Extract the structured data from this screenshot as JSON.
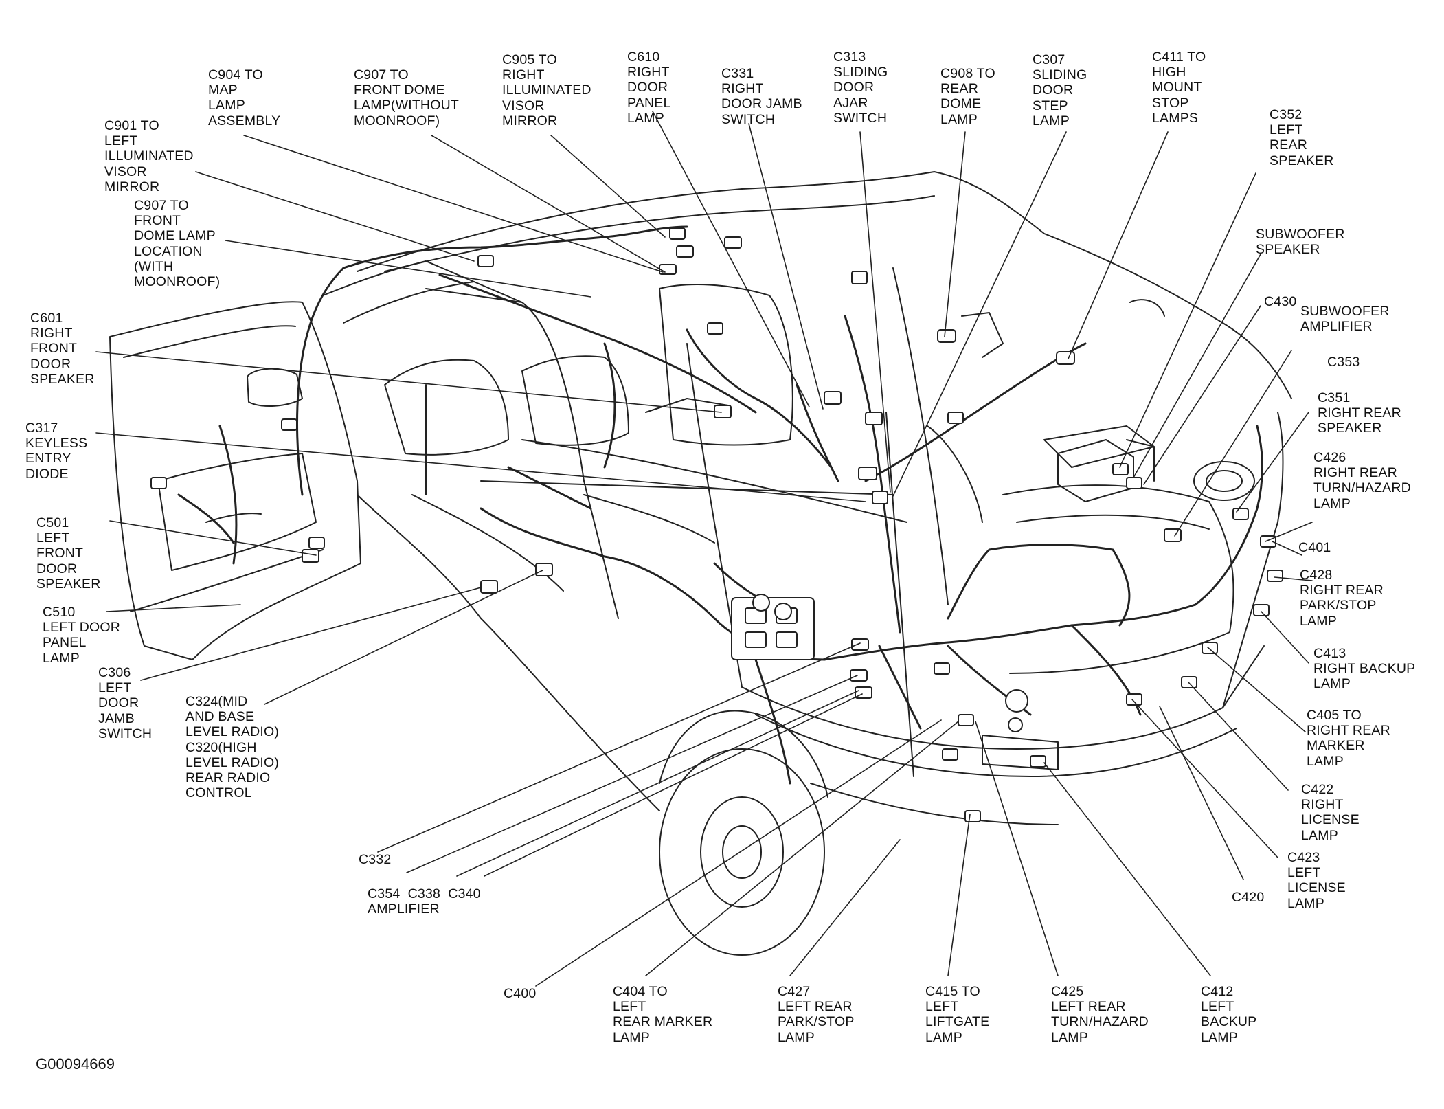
{
  "figure": {
    "id": "G00094669"
  },
  "callouts": [
    {
      "key": "c904",
      "text": "C904 TO\nMAP\nLAMP\nASSEMBLY"
    },
    {
      "key": "c907a",
      "text": "C907 TO\nFRONT DOME\nLAMP(WITHOUT\nMOONROOF)"
    },
    {
      "key": "c905",
      "text": "C905 TO\nRIGHT\nILLUMINATED\nVISOR\nMIRROR"
    },
    {
      "key": "c610",
      "text": "C610\nRIGHT\nDOOR\nPANEL\nLAMP"
    },
    {
      "key": "c331",
      "text": "C331\nRIGHT\nDOOR JAMB\nSWITCH"
    },
    {
      "key": "c313",
      "text": "C313\nSLIDING\nDOOR\nAJAR\nSWITCH"
    },
    {
      "key": "c908",
      "text": "C908 TO\nREAR\nDOME\nLAMP"
    },
    {
      "key": "c307",
      "text": "C307\nSLIDING\nDOOR\nSTEP\nLAMP"
    },
    {
      "key": "c411",
      "text": "C411 TO\nHIGH\nMOUNT\nSTOP\nLAMPS"
    },
    {
      "key": "c352",
      "text": "C352\nLEFT\nREAR\nSPEAKER"
    },
    {
      "key": "c901",
      "text": "C901 TO\nLEFT\nILLUMINATED\nVISOR\nMIRROR"
    },
    {
      "key": "c907b",
      "text": "C907 TO\nFRONT\nDOME LAMP\nLOCATION\n(WITH\nMOONROOF)"
    },
    {
      "key": "subspk",
      "text": "SUBWOOFER\nSPEAKER"
    },
    {
      "key": "c430",
      "text": "C430"
    },
    {
      "key": "subamp",
      "text": "SUBWOOFER\nAMPLIFIER"
    },
    {
      "key": "c353",
      "text": "C353"
    },
    {
      "key": "c351",
      "text": "C351\nRIGHT REAR\nSPEAKER"
    },
    {
      "key": "c601",
      "text": "C601\nRIGHT\nFRONT\nDOOR\nSPEAKER"
    },
    {
      "key": "c317",
      "text": "C317\nKEYLESS\nENTRY\nDIODE"
    },
    {
      "key": "c426",
      "text": "C426\nRIGHT REAR\nTURN/HAZARD\nLAMP"
    },
    {
      "key": "c401",
      "text": "C401"
    },
    {
      "key": "c501",
      "text": "C501\nLEFT\nFRONT\nDOOR\nSPEAKER"
    },
    {
      "key": "c428",
      "text": "C428\nRIGHT REAR\nPARK/STOP\nLAMP"
    },
    {
      "key": "c510",
      "text": "C510\nLEFT DOOR\nPANEL\nLAMP"
    },
    {
      "key": "c413",
      "text": "C413\nRIGHT BACKUP\nLAMP"
    },
    {
      "key": "c306",
      "text": "C306\nLEFT\nDOOR\nJAMB\nSWITCH"
    },
    {
      "key": "c324",
      "text": "C324(MID\nAND BASE\nLEVEL RADIO)\nC320(HIGH\nLEVEL RADIO)\nREAR RADIO\nCONTROL"
    },
    {
      "key": "c405",
      "text": "C405 TO\nRIGHT REAR\nMARKER\nLAMP"
    },
    {
      "key": "c422",
      "text": "C422\nRIGHT\nLICENSE\nLAMP"
    },
    {
      "key": "c332",
      "text": "C332"
    },
    {
      "key": "c423",
      "text": "C423\nLEFT\nLICENSE\nLAMP"
    },
    {
      "key": "c354",
      "text": "C354  C338  C340\nAMPLIFIER"
    },
    {
      "key": "c420",
      "text": "C420"
    },
    {
      "key": "c400",
      "text": "C400"
    },
    {
      "key": "c404",
      "text": "C404 TO\nLEFT\nREAR MARKER\nLAMP"
    },
    {
      "key": "c427",
      "text": "C427\nLEFT REAR\nPARK/STOP\nLAMP"
    },
    {
      "key": "c415",
      "text": "C415 TO\nLEFT\nLIFTGATE\nLAMP"
    },
    {
      "key": "c425",
      "text": "C425\nLEFT REAR\nTURN/HAZARD\nLAMP"
    },
    {
      "key": "c412",
      "text": "C412\nLEFT\nBACKUP\nLAMP"
    }
  ]
}
